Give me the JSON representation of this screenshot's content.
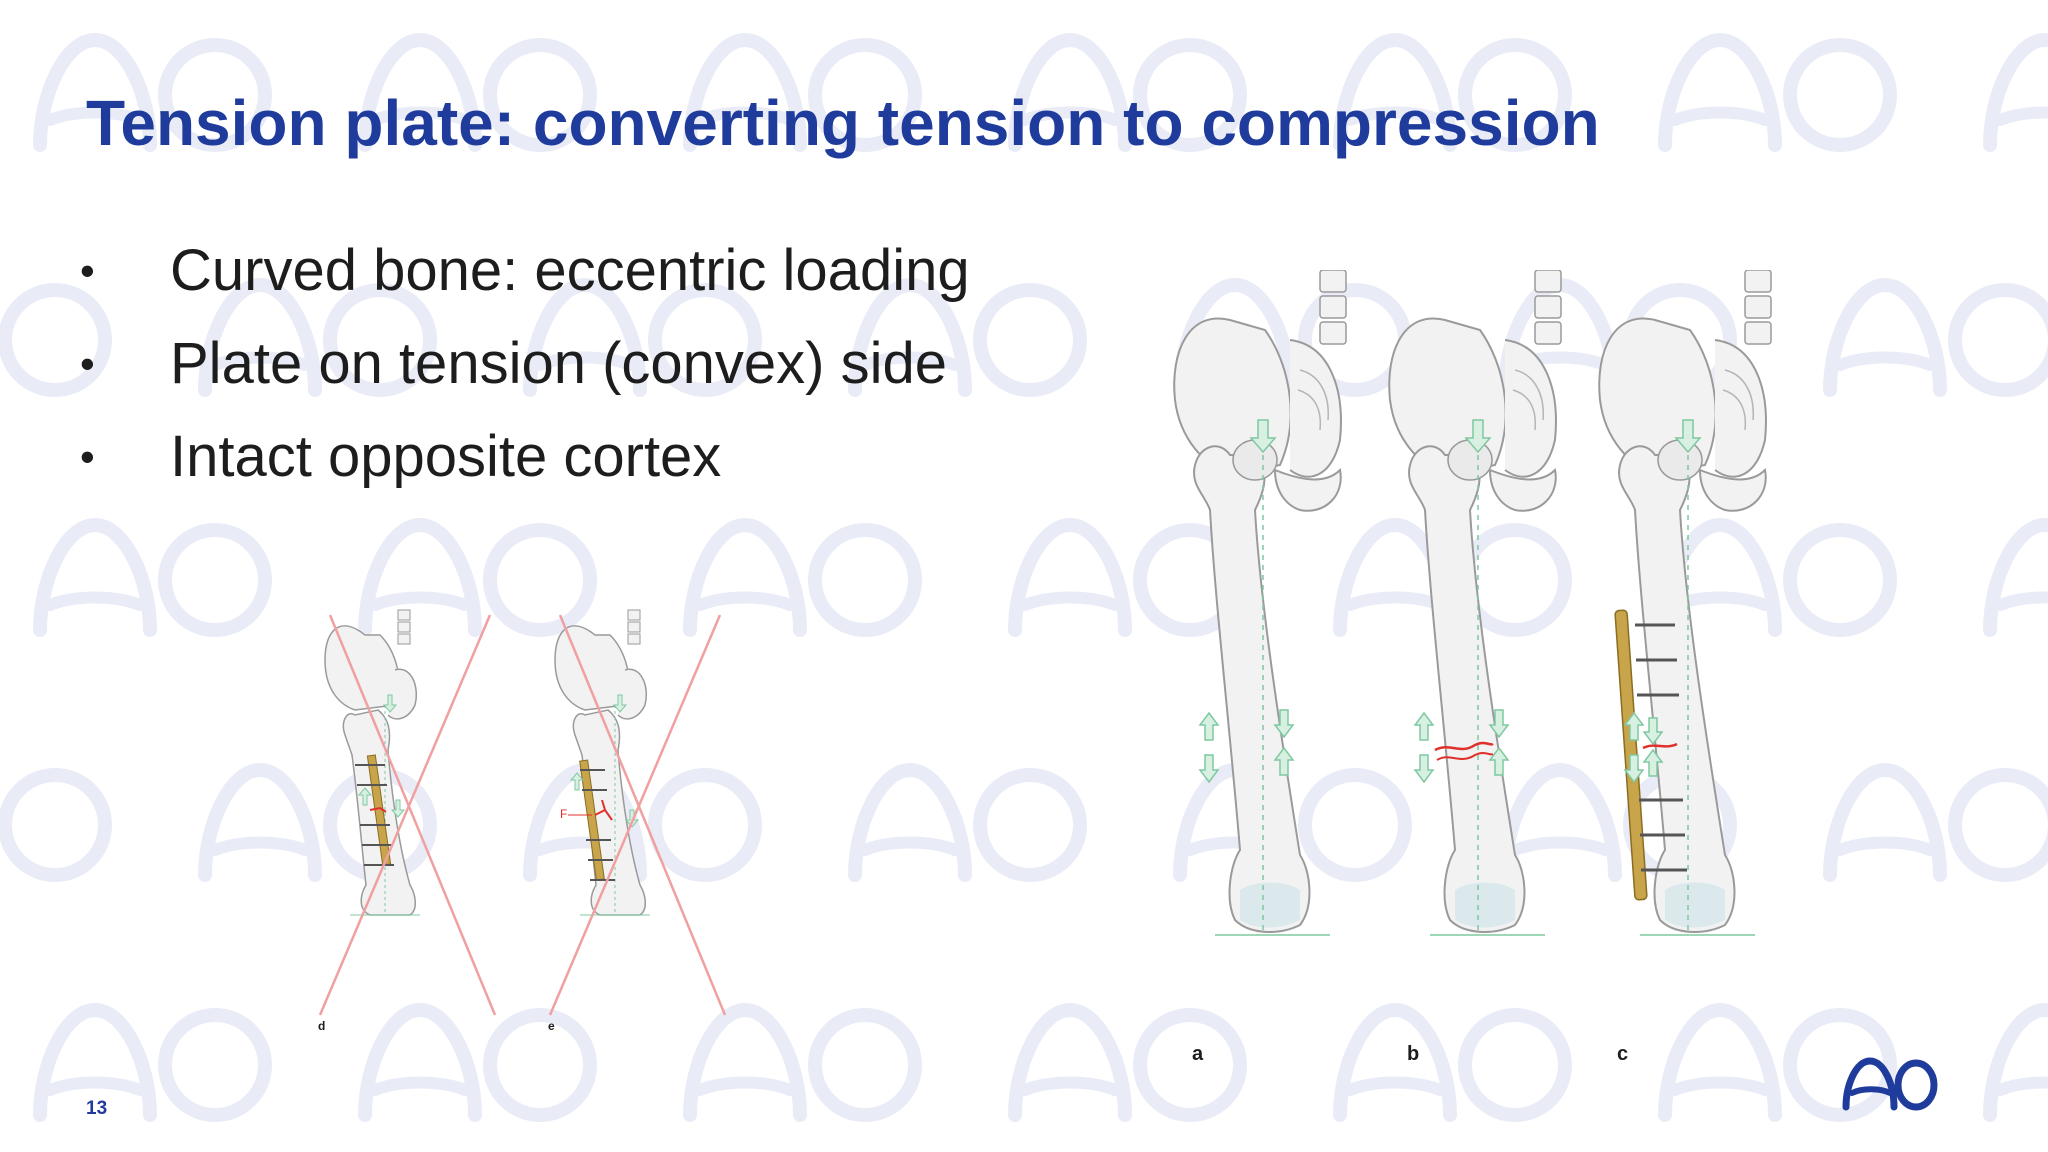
{
  "slide": {
    "title": "Tension plate: converting tension to compression",
    "bullets": [
      "Curved bone: eccentric loading",
      "Plate on tension (convex) side",
      "Intact opposite cortex"
    ],
    "bullet_symbol": "•",
    "page_number": "13"
  },
  "figures": {
    "left_panels": [
      "d",
      "e"
    ],
    "left_fracture_label": "F",
    "right_panels": [
      "a",
      "b",
      "c"
    ]
  },
  "colors": {
    "title": "#1f3c9c",
    "text": "#1d1d1d",
    "watermark": "#e9ecf7",
    "arrow_green": "#7fc8a0",
    "fracture_red": "#e0302a",
    "plate_gold": "#c8a44a",
    "cross_red": "#f0a0a0"
  }
}
